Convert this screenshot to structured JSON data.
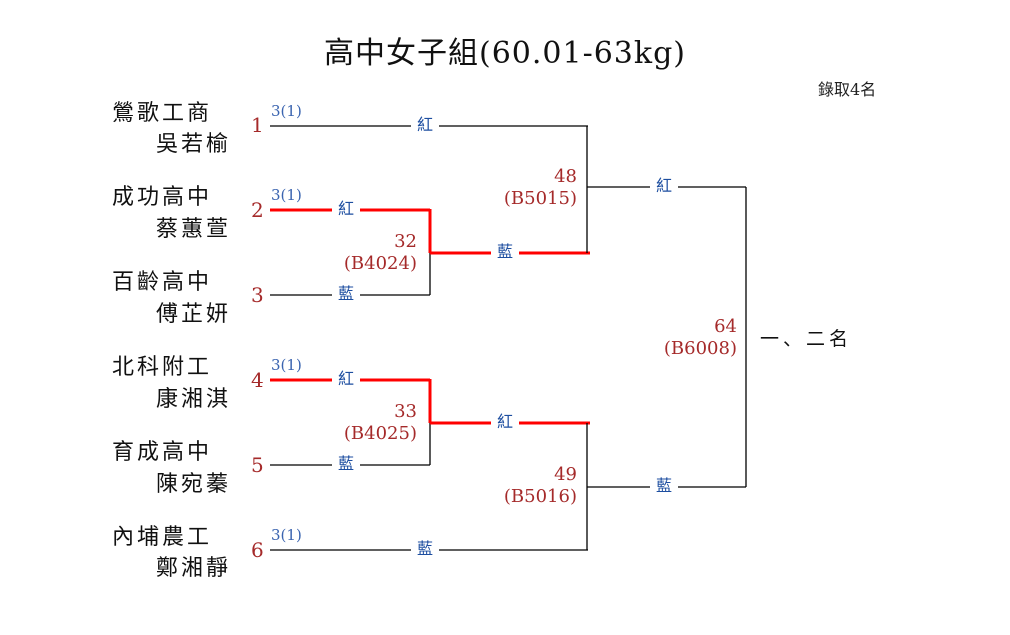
{
  "title": "高中女子組(60.01-63kg)",
  "note": "錄取4名",
  "colors": {
    "win_line": "#ff0000",
    "line": "#000000",
    "seed": "#a52a2a",
    "corner": "#1d4ea0",
    "score": "#3a64b0",
    "match": "#a52a2a"
  },
  "entries": [
    {
      "seed": "1",
      "school": "鶯歌工商",
      "athlete": "吳若榆",
      "score": "3(1)"
    },
    {
      "seed": "2",
      "school": "成功高中",
      "athlete": "蔡蕙萱",
      "score": "3(1)"
    },
    {
      "seed": "3",
      "school": "百齡高中",
      "athlete": "傅芷妍",
      "score": ""
    },
    {
      "seed": "4",
      "school": "北科附工",
      "athlete": "康湘淇",
      "score": "3(1)"
    },
    {
      "seed": "5",
      "school": "育成高中",
      "athlete": "陳宛蓁",
      "score": ""
    },
    {
      "seed": "6",
      "school": "內埔農工",
      "athlete": "鄭湘靜",
      "score": "3(1)"
    }
  ],
  "corners": {
    "e1": "紅",
    "e2": "紅",
    "e3": "藍",
    "e4": "紅",
    "e5": "藍",
    "e6": "藍",
    "m32": "藍",
    "m33": "紅",
    "m48": "紅",
    "m49": "藍"
  },
  "matches": [
    {
      "id": "m32",
      "number": "32",
      "code": "(B4024)"
    },
    {
      "id": "m33",
      "number": "33",
      "code": "(B4025)"
    },
    {
      "id": "m48",
      "number": "48",
      "code": "(B5015)"
    },
    {
      "id": "m49",
      "number": "49",
      "code": "(B5016)"
    },
    {
      "id": "m64",
      "number": "64",
      "code": "(B6008)"
    }
  ],
  "places_label": "一、二名"
}
